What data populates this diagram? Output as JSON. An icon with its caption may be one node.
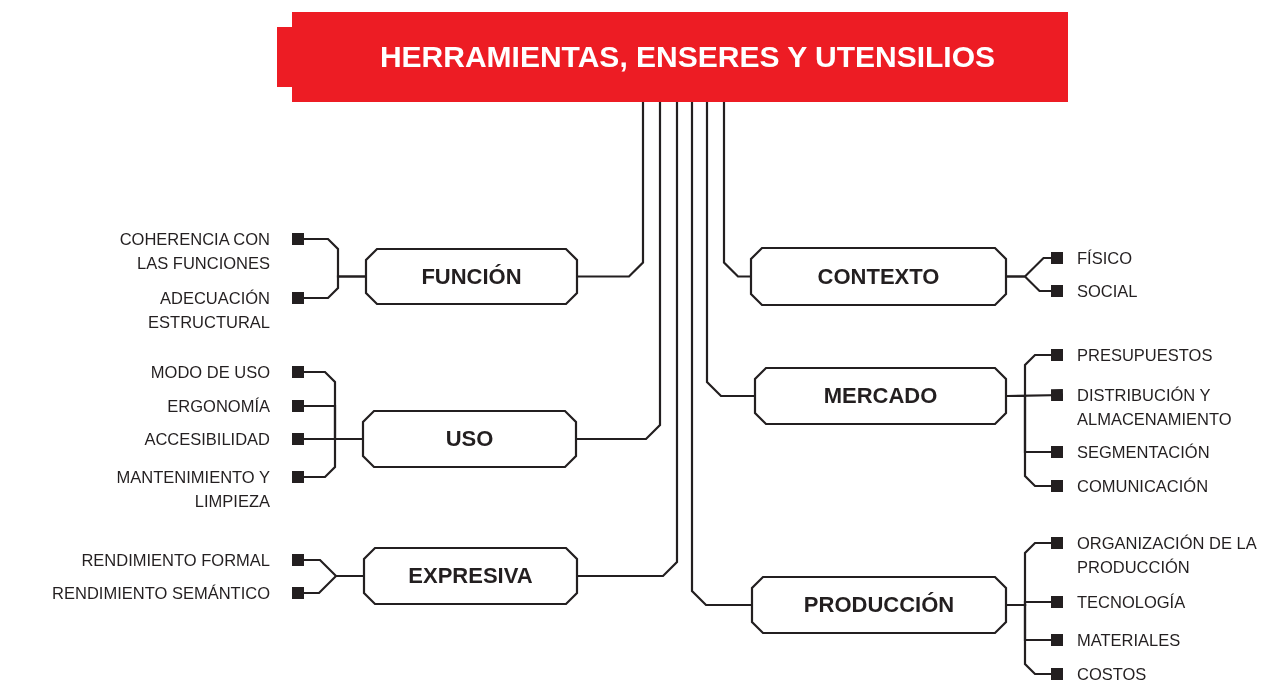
{
  "diagram": {
    "nodes": [
      {
        "text": [
          "HERRAMIENTAS, ENSERES Y UTENSILIOS"
        ]
      },
      {
        "text": [
          "FUNCIÓN"
        ]
      },
      {
        "text": [
          "USO"
        ]
      },
      {
        "text": [
          "EXPRESIVA"
        ]
      },
      {
        "text": [
          "CONTEXTO"
        ]
      },
      {
        "text": [
          "MERCADO"
        ]
      },
      {
        "text": [
          "PRODUCCIÓN"
        ]
      },
      {
        "text": [
          "COHERENCIA CON LAS FUNCIONES"
        ]
      },
      {
        "text": [
          "ADECUACIÓN ESTRUCTURAL"
        ]
      },
      {
        "text": [
          "MODO DE USO"
        ]
      },
      {
        "text": [
          "ERGONOMÍA"
        ]
      },
      {
        "text": [
          "ACCESIBILIDAD"
        ]
      },
      {
        "text": [
          "MANTENIMIENTO Y LIMPIEZA"
        ]
      },
      {
        "text": [
          "RENDIMIENTO FORMAL"
        ]
      },
      {
        "text": [
          "RENDIMIENTO SEMÁNTICO"
        ]
      },
      {
        "text": [
          "FÍSICO"
        ]
      },
      {
        "text": [
          "SOCIAL"
        ]
      },
      {
        "text": [
          "PRESUPUESTOS"
        ]
      },
      {
        "text": [
          "DISTRIBUCIÓN Y ALMACENAMIENTO"
        ]
      },
      {
        "text": [
          "SEGMENTACIÓN"
        ]
      },
      {
        "text": [
          "COMUNICACIÓN"
        ]
      },
      {
        "text": [
          "ORGANIZACIÓN DE LA PRODUCCIÓN"
        ]
      },
      {
        "text": [
          "TECNOLOGÍA"
        ]
      },
      {
        "text": [
          "MATERIALES"
        ]
      },
      {
        "text": [
          "COSTOS"
        ]
      }
    ],
    "edges": [
      {
        "from": 0,
        "to": 1,
        "arrow": "none"
      },
      {
        "from": 0,
        "to": 2,
        "arrow": "none"
      },
      {
        "from": 0,
        "to": 3,
        "arrow": "none"
      },
      {
        "from": 0,
        "to": 4,
        "arrow": "none"
      },
      {
        "from": 0,
        "to": 5,
        "arrow": "none"
      },
      {
        "from": 0,
        "to": 6,
        "arrow": "none"
      },
      {
        "from": 1,
        "to": 7,
        "arrow": "other"
      },
      {
        "from": 1,
        "to": 8,
        "arrow": "other"
      },
      {
        "from": 2,
        "to": 9,
        "arrow": "other"
      },
      {
        "from": 2,
        "to": 10,
        "arrow": "other"
      },
      {
        "from": 2,
        "to": 11,
        "arrow": "other"
      },
      {
        "from": 2,
        "to": 12,
        "arrow": "other"
      },
      {
        "from": 3,
        "to": 13,
        "arrow": "other"
      },
      {
        "from": 3,
        "to": 14,
        "arrow": "other"
      },
      {
        "from": 4,
        "to": 15,
        "arrow": "other"
      },
      {
        "from": 4,
        "to": 16,
        "arrow": "other"
      },
      {
        "from": 5,
        "to": 17,
        "arrow": "other"
      },
      {
        "from": 5,
        "to": 18,
        "arrow": "other"
      },
      {
        "from": 5,
        "to": 19,
        "arrow": "other"
      },
      {
        "from": 5,
        "to": 20,
        "arrow": "other"
      },
      {
        "from": 6,
        "to": 21,
        "arrow": "other"
      },
      {
        "from": 6,
        "to": 22,
        "arrow": "other"
      },
      {
        "from": 6,
        "to": 23,
        "arrow": "other"
      },
      {
        "from": 6,
        "to": 24,
        "arrow": "other"
      }
    ]
  }
}
